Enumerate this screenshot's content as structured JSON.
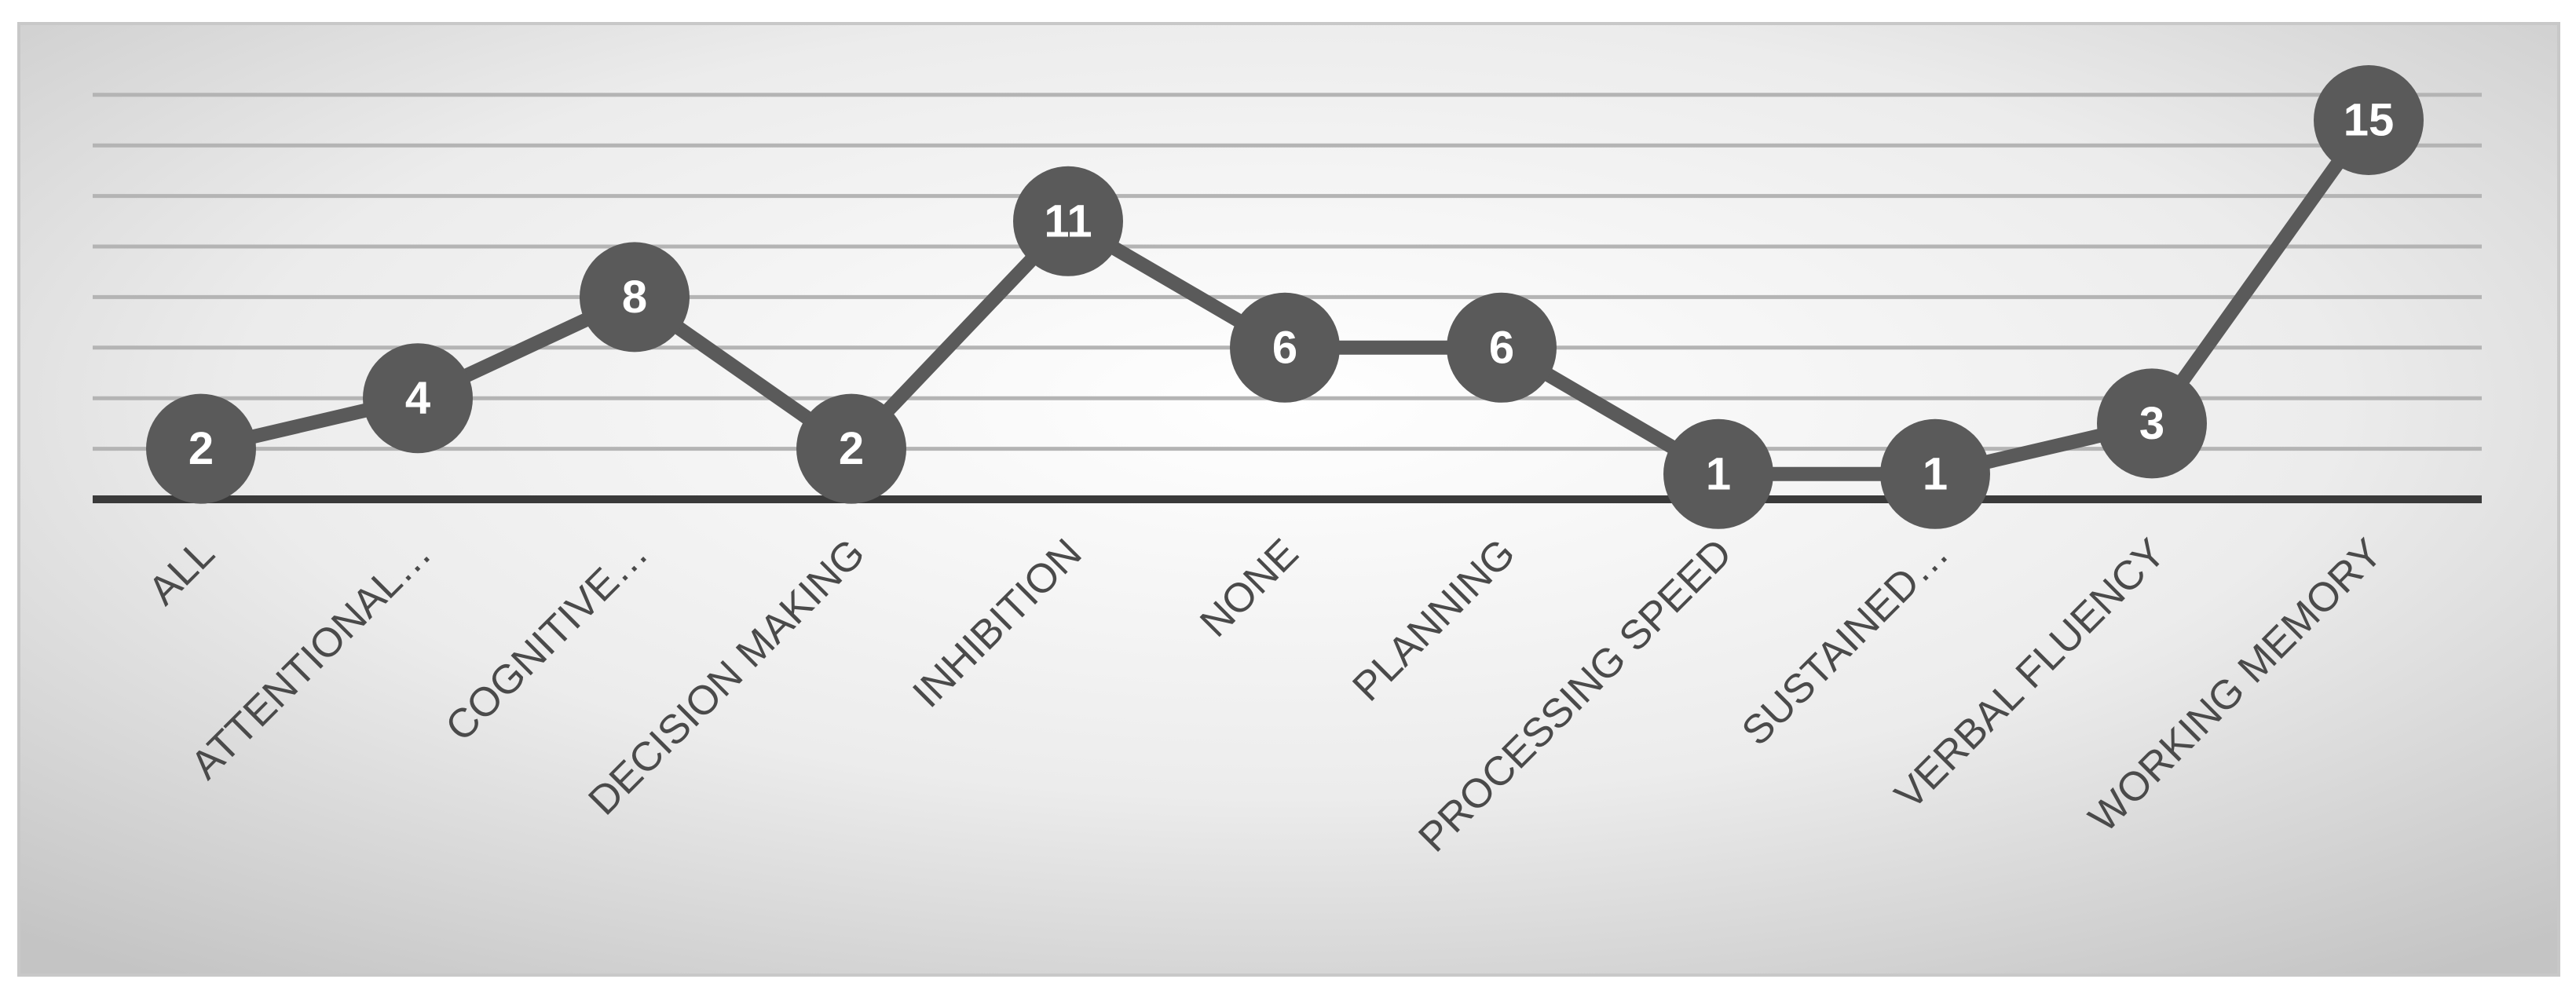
{
  "chart_data": {
    "type": "line",
    "categories": [
      "ALL",
      "ATTENTIONAL…",
      "COGNITIVE…",
      "DECISION MAKING",
      "INHIBITION",
      "NONE",
      "PLANNING",
      "PROCESSING SPEED",
      "SUSTAINED…",
      "VERBAL FLUENCY",
      "WORKING MEMORY"
    ],
    "values": [
      2,
      4,
      8,
      2,
      11,
      6,
      6,
      1,
      1,
      3,
      15
    ],
    "data_labels": [
      "2",
      "4",
      "8",
      "2",
      "11",
      "6",
      "6",
      "1",
      "1",
      "3",
      "15"
    ],
    "ylim": [
      0,
      16
    ],
    "grid": true,
    "legend": "none",
    "colors": {
      "line": "#5a5a5a",
      "marker": "#5a5a5a",
      "marker_text": "#ffffff",
      "gridline": "#b4b4b4",
      "baseline": "#3a3a3a",
      "tick_text": "#4a4a4a"
    }
  }
}
